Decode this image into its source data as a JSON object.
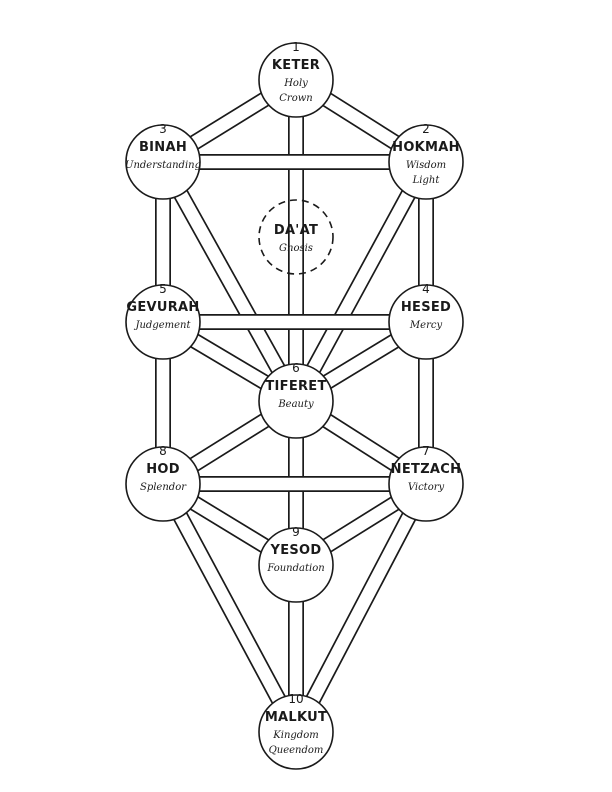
{
  "sefirot": [
    {
      "id": "keter",
      "number": "1",
      "name": "KETER",
      "lines": [
        "Holy",
        "Crown"
      ]
    },
    {
      "id": "hokmah",
      "number": "2",
      "name": "HOKMAH",
      "lines": [
        "Wisdom",
        "Light"
      ]
    },
    {
      "id": "binah",
      "number": "3",
      "name": "BINAH",
      "lines": [
        "Understanding"
      ]
    },
    {
      "id": "hesed",
      "number": "4",
      "name": "HESED",
      "lines": [
        "Mercy"
      ]
    },
    {
      "id": "gevurah",
      "number": "5",
      "name": "GEVURAH",
      "lines": [
        "Judgement"
      ]
    },
    {
      "id": "tiferet",
      "number": "6",
      "name": "TIFERET",
      "lines": [
        "Beauty"
      ]
    },
    {
      "id": "netzach",
      "number": "7",
      "name": "NETZACH",
      "lines": [
        "Victory"
      ]
    },
    {
      "id": "hod",
      "number": "8",
      "name": "HOD",
      "lines": [
        "Splendor"
      ]
    },
    {
      "id": "yesod",
      "number": "9",
      "name": "YESOD",
      "lines": [
        "Foundation"
      ]
    },
    {
      "id": "malkut",
      "number": "10",
      "name": "MALKUT",
      "lines": [
        "Kingdom",
        "Queendom"
      ]
    },
    {
      "id": "daat",
      "number": "",
      "name": "DA'AT",
      "lines": [
        "Gnosis"
      ],
      "hidden": true
    }
  ],
  "paths": [
    [
      "keter",
      "hokmah"
    ],
    [
      "keter",
      "binah"
    ],
    [
      "keter",
      "tiferet"
    ],
    [
      "hokmah",
      "binah"
    ],
    [
      "hokmah",
      "tiferet"
    ],
    [
      "hokmah",
      "hesed"
    ],
    [
      "binah",
      "tiferet"
    ],
    [
      "binah",
      "gevurah"
    ],
    [
      "hesed",
      "gevurah"
    ],
    [
      "hesed",
      "tiferet"
    ],
    [
      "hesed",
      "netzach"
    ],
    [
      "gevurah",
      "tiferet"
    ],
    [
      "gevurah",
      "hod"
    ],
    [
      "tiferet",
      "netzach"
    ],
    [
      "tiferet",
      "hod"
    ],
    [
      "tiferet",
      "yesod"
    ],
    [
      "netzach",
      "hod"
    ],
    [
      "netzach",
      "yesod"
    ],
    [
      "netzach",
      "malkut"
    ],
    [
      "hod",
      "yesod"
    ],
    [
      "hod",
      "malkut"
    ],
    [
      "yesod",
      "malkut"
    ]
  ],
  "colors": {
    "ink": "#1a1a1a",
    "paper": "#ffffff"
  }
}
